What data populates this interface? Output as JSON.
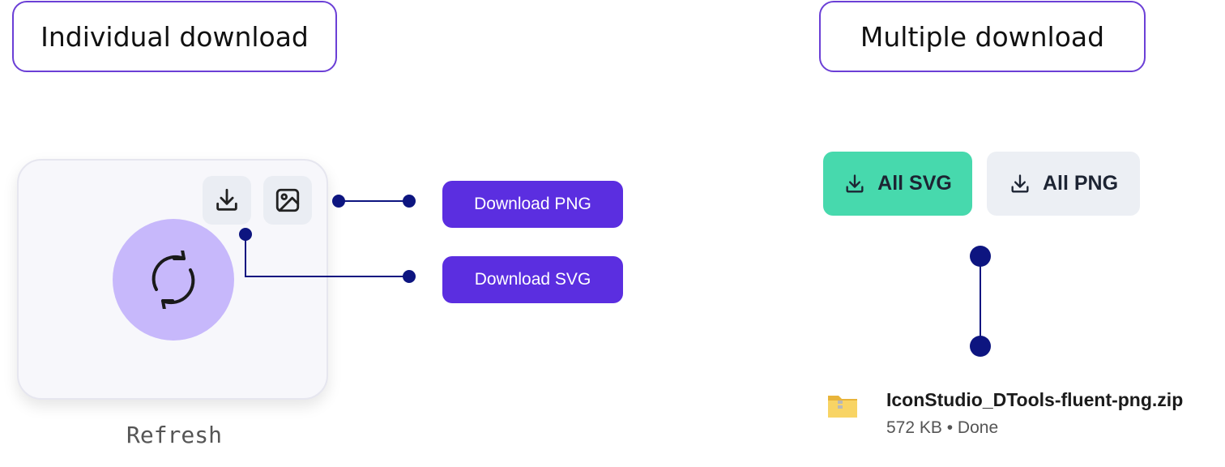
{
  "sections": {
    "individual_label": "Individual download",
    "multiple_label": "Multiple download"
  },
  "card": {
    "icon_name": "Refresh",
    "main_icon": "refresh-icon",
    "download_icon": "download-icon",
    "image_icon": "image-icon",
    "circle_color": "#c7b8fb"
  },
  "actions": {
    "download_png": "Download PNG",
    "download_svg": "Download SVG",
    "accent": "#5b2ee0"
  },
  "bulk": {
    "all_svg": "All SVG",
    "all_png": "All PNG",
    "svg_color": "#47d9ad",
    "png_color": "#eceff4"
  },
  "file": {
    "icon": "zip-folder-icon",
    "name": "IconStudio_DTools-fluent-png.zip",
    "size": "572 KB",
    "status": "Done"
  },
  "connector_color": "#0d1580"
}
